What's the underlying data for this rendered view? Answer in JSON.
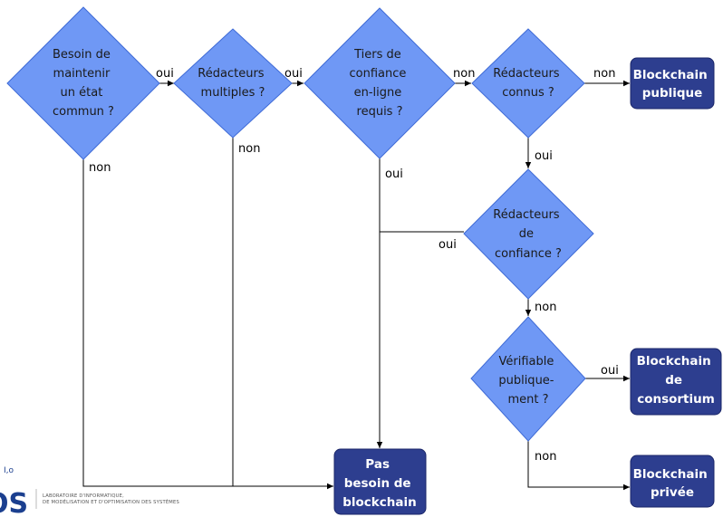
{
  "colors": {
    "decision_fill": "#6f98f5",
    "decision_stroke": "#3f6bd6",
    "terminal_fill": "#2d3e8f",
    "terminal_stroke": "#1a2668",
    "line": "#000000"
  },
  "decisions": {
    "etat_commun": [
      "Besoin de",
      "maintenir",
      "un état",
      "commun ?"
    ],
    "redacteurs_multiples": [
      "Rédacteurs",
      "multiples ?"
    ],
    "tiers_confiance": [
      "Tiers de",
      "confiance",
      "en-ligne",
      "requis ?"
    ],
    "redacteurs_connus": [
      "Rédacteurs",
      "connus ?"
    ],
    "redacteurs_confiance": [
      "Rédacteurs",
      "de",
      "confiance ?"
    ],
    "verifiable": [
      "Vérifiable",
      "publique-",
      "ment ?"
    ]
  },
  "terminals": {
    "publique": [
      "Blockchain",
      "publique"
    ],
    "consortium": [
      "Blockchain",
      "de",
      "consortium"
    ],
    "privee": [
      "Blockchain",
      "privée"
    ],
    "pas_besoin": [
      "Pas",
      "besoin de",
      "blockchain"
    ]
  },
  "edge_labels": {
    "etat_to_multiples": "oui",
    "multiples_to_tiers": "oui",
    "tiers_to_connus": "non",
    "connus_to_publique": "non",
    "connus_to_confiance": "oui",
    "confiance_to_verifiable": "non",
    "verifiable_to_consortium": "oui",
    "verifiable_to_privee": "non",
    "etat_to_pas_besoin": "non",
    "multiples_to_pas_besoin": "non",
    "tiers_to_pas_besoin": "oui",
    "confiance_to_pas_besoin": "oui"
  },
  "logo": {
    "mark": "OS",
    "superscript": "I,o",
    "line1": "LABORATOIRE D'INFORMATIQUE,",
    "line2": "DE MODÉLISATION ET D'OPTIMISATION DES SYSTÈMES"
  }
}
